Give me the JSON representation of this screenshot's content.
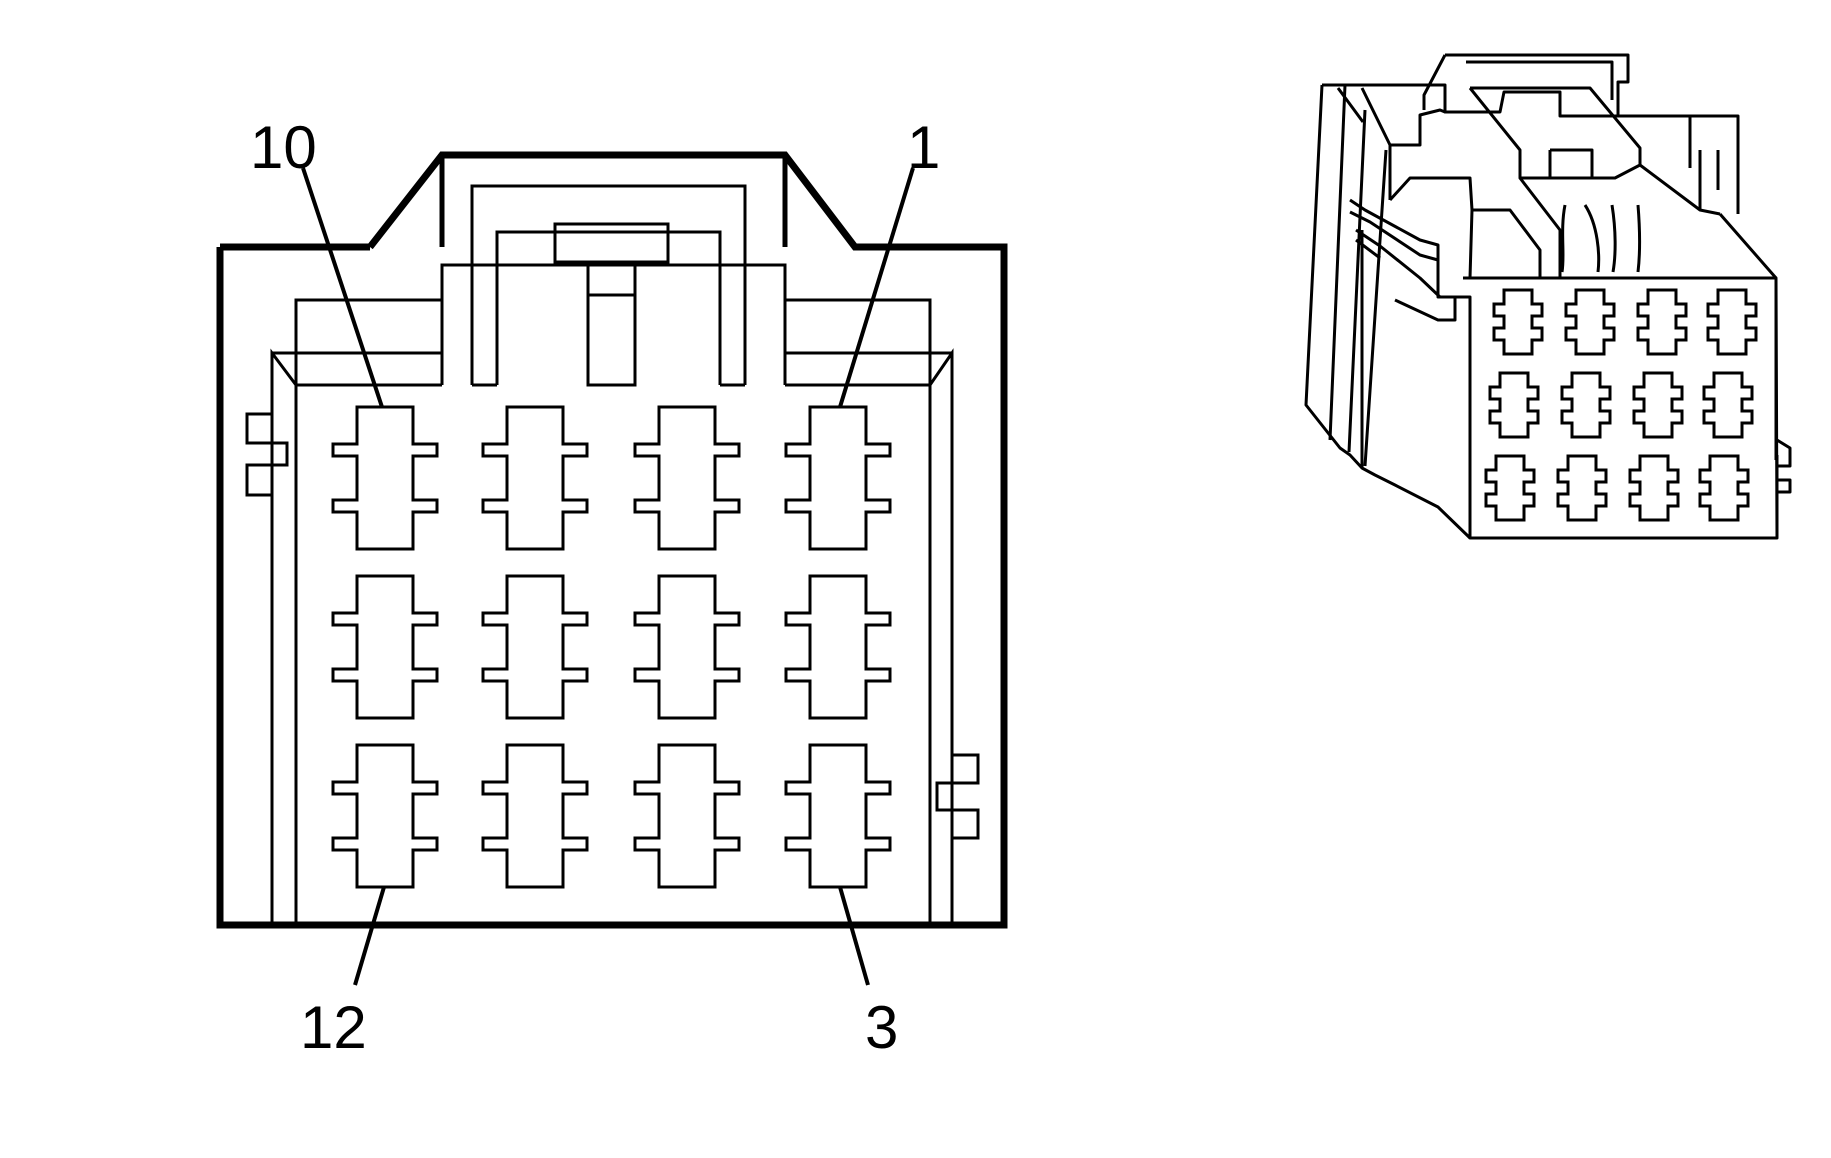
{
  "pin_labels": {
    "top_left": "10",
    "top_right": "1",
    "bottom_left": "12",
    "bottom_right": "3"
  },
  "connector": {
    "rows": 3,
    "columns": 4,
    "cavity_count": 12
  },
  "colors": {
    "line": "#000000",
    "background": "#ffffff"
  }
}
